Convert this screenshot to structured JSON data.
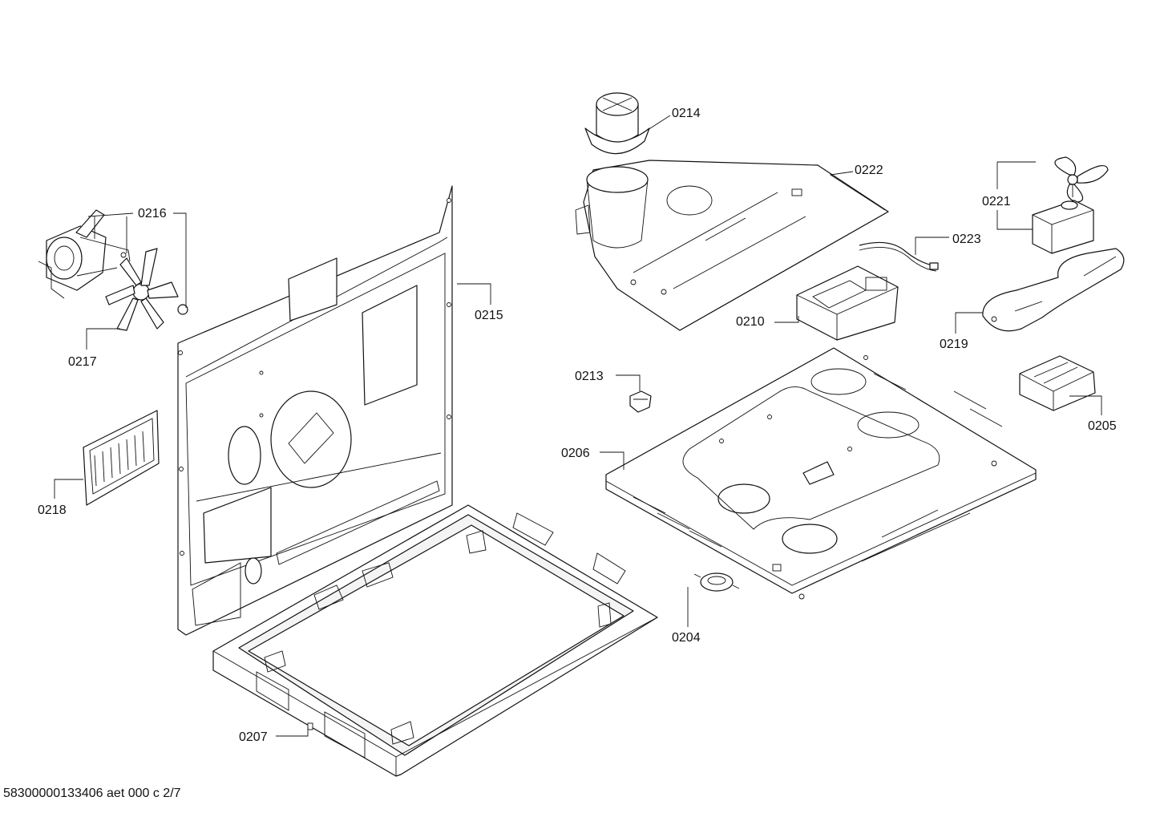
{
  "callouts": {
    "p0214": "0214",
    "p0222": "0222",
    "p0216": "0216",
    "p0221": "0221",
    "p0223": "0223",
    "p0215": "0215",
    "p0210": "0210",
    "p0217": "0217",
    "p0219": "0219",
    "p0213": "0213",
    "p0205": "0205",
    "p0206": "0206",
    "p0218": "0218",
    "p0204": "0204",
    "p0207": "0207"
  },
  "footer": {
    "document_id": "58300000133406 aet 000 c 2/7"
  },
  "colors": {
    "line": "#111111",
    "background": "#ffffff"
  }
}
